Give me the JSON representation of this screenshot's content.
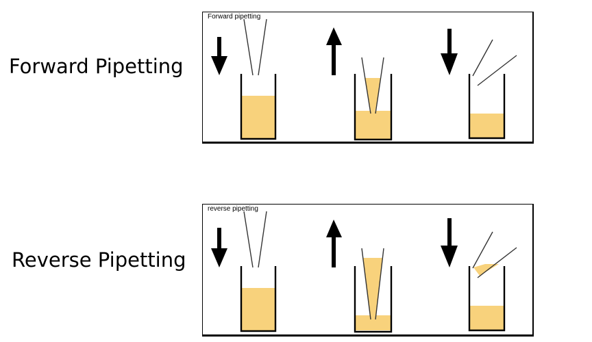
{
  "labels": {
    "forward": "Forward Pipetting",
    "reverse": "Reverse Pipetting"
  },
  "panels": {
    "forward_caption": "Forward pipetting",
    "reverse_caption": "reverse pipetting"
  },
  "colors": {
    "liquid": "#f8d27c",
    "outline": "#000000",
    "arrow": "#000000"
  },
  "icons": {
    "down": "arrow-down-icon",
    "up": "arrow-up-icon"
  }
}
